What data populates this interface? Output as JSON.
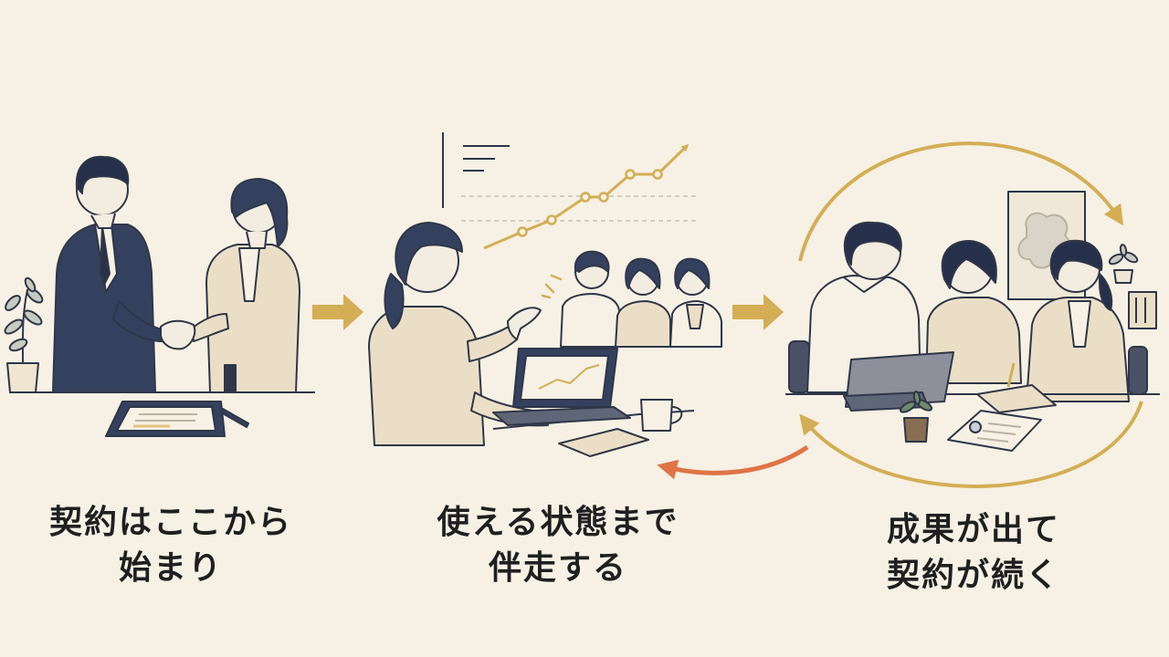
{
  "colors": {
    "background": "#f6f1e4",
    "navy_suit": "#34415e",
    "beige_jacket": "#eadfc6",
    "gold_accent": "#d4ae55",
    "orange_accent": "#e07446",
    "line_ink": "#3b4254"
  },
  "steps": [
    {
      "line1": "契約はここから",
      "line2": "始まり"
    },
    {
      "line1": "使える状態まで",
      "line2": "伴走する"
    },
    {
      "line1": "成果が出て",
      "line2": "契約が続く"
    }
  ],
  "icons": [
    "plant-icon",
    "arrow-right-icon",
    "laptop-icon",
    "coffee-cup-icon",
    "sparkle-icon",
    "cycle-arrow-icon"
  ]
}
